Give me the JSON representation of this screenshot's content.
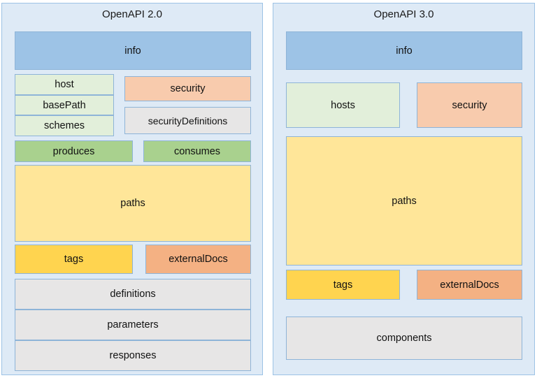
{
  "diagram": {
    "title_left": "OpenAPI 2.0",
    "title_right": "OpenAPI 3.0",
    "palette": {
      "panel_background": "#deeaf6",
      "panel_border": "#9cc2e5",
      "box_border": "#8eb4d8",
      "info_blue": "#9dc3e6",
      "light_green": "#e2efda",
      "green": "#a9d18e",
      "peach": "#f8cbad",
      "orange": "#f4b183",
      "gray": "#e7e6e6",
      "pale_yellow": "#ffe699",
      "yellow": "#ffd44f"
    }
  },
  "panels": [
    {
      "id": "openapi-2",
      "title": "OpenAPI 2.0",
      "boxes": [
        {
          "key": "info",
          "label": "info",
          "color": "#9dc3e6"
        },
        {
          "key": "host",
          "label": "host",
          "color": "#e2efda"
        },
        {
          "key": "basePath",
          "label": "basePath",
          "color": "#e2efda"
        },
        {
          "key": "schemes",
          "label": "schemes",
          "color": "#e2efda"
        },
        {
          "key": "security",
          "label": "security",
          "color": "#f8cbad"
        },
        {
          "key": "securityDefinitions",
          "label": "securityDefinitions",
          "color": "#e7e6e6"
        },
        {
          "key": "produces",
          "label": "produces",
          "color": "#a9d18e"
        },
        {
          "key": "consumes",
          "label": "consumes",
          "color": "#a9d18e"
        },
        {
          "key": "paths",
          "label": "paths",
          "color": "#ffe699"
        },
        {
          "key": "tags",
          "label": "tags",
          "color": "#ffd44f"
        },
        {
          "key": "externalDocs",
          "label": "externalDocs",
          "color": "#f4b183"
        },
        {
          "key": "definitions",
          "label": "definitions",
          "color": "#e7e6e6"
        },
        {
          "key": "parameters",
          "label": "parameters",
          "color": "#e7e6e6"
        },
        {
          "key": "responses",
          "label": "responses",
          "color": "#e7e6e6"
        }
      ]
    },
    {
      "id": "openapi-3",
      "title": "OpenAPI 3.0",
      "boxes": [
        {
          "key": "info",
          "label": "info",
          "color": "#9dc3e6"
        },
        {
          "key": "hosts",
          "label": "hosts",
          "color": "#e2efda"
        },
        {
          "key": "security",
          "label": "security",
          "color": "#f8cbad"
        },
        {
          "key": "paths",
          "label": "paths",
          "color": "#ffe699"
        },
        {
          "key": "tags",
          "label": "tags",
          "color": "#ffd44f"
        },
        {
          "key": "externalDocs",
          "label": "externalDocs",
          "color": "#f4b183"
        },
        {
          "key": "components",
          "label": "components",
          "color": "#e7e6e6"
        }
      ]
    }
  ]
}
